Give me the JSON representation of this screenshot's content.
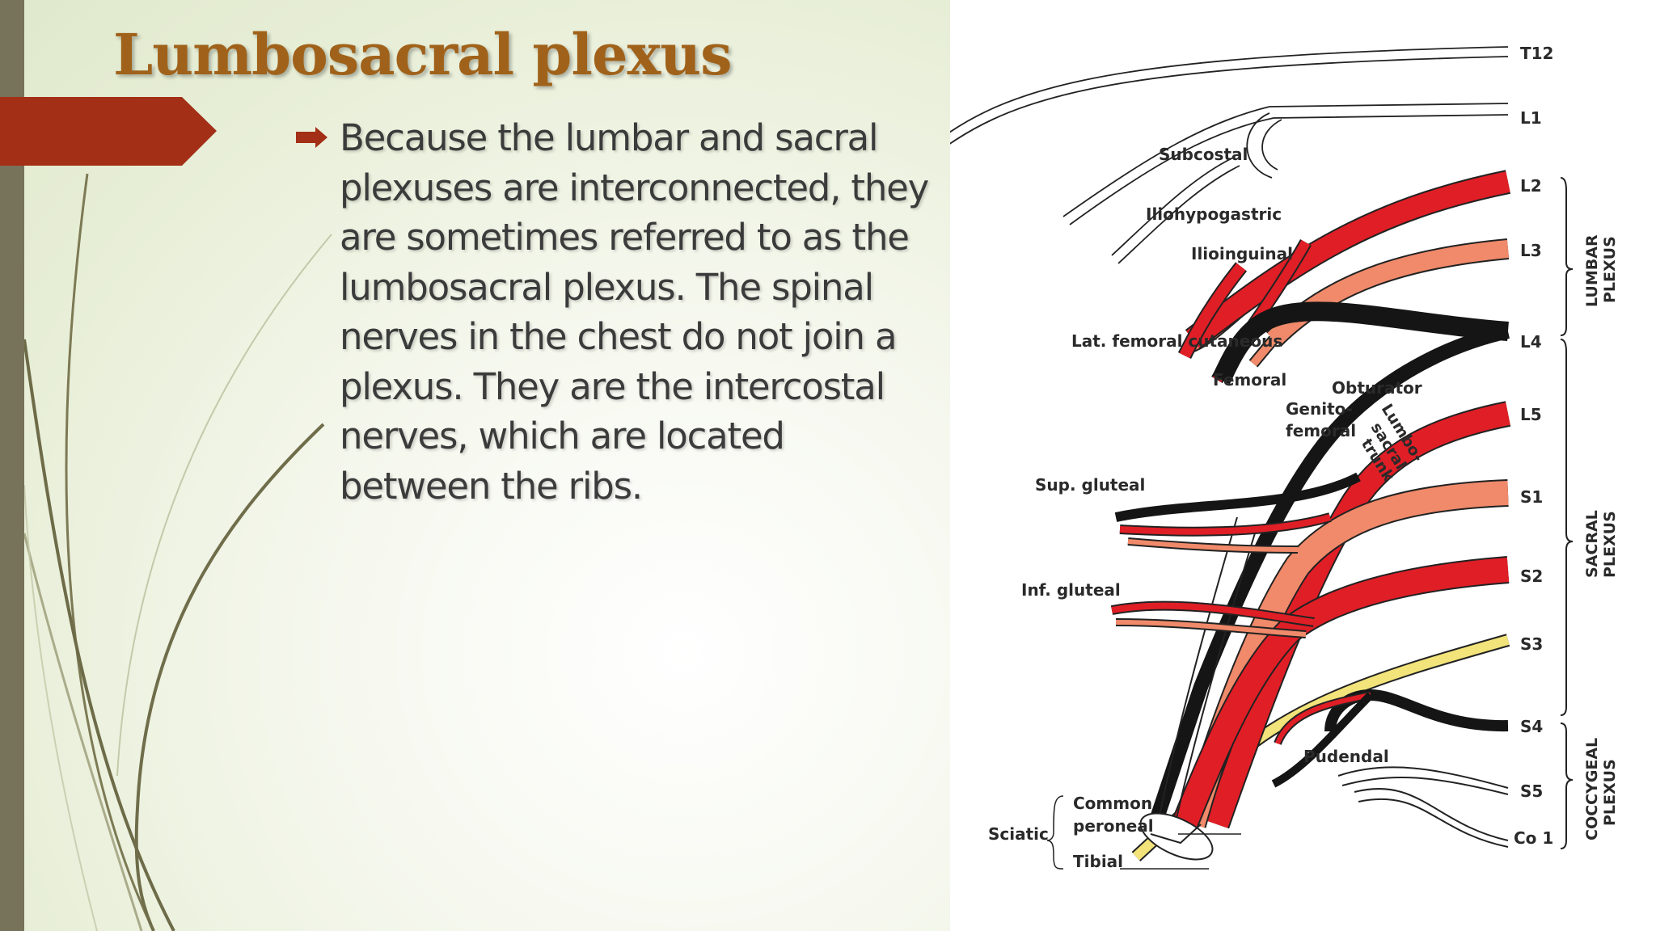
{
  "slide": {
    "title": "Lumbosacral plexus",
    "bullet_text": "Because the lumbar and sacral plexuses are interconnected, they are sometimes referred to as the lumbosacral plexus. The spinal nerves in the chest do not join a plexus. They are the intercostal nerves, which are located between the ribs.",
    "colors": {
      "title": "#a0621a",
      "accent_arrow": "#a32f17",
      "side_bar": "#77725a",
      "nerve_red": "#e01e26",
      "nerve_salmon": "#f08a6a",
      "nerve_yellow": "#f2e37a",
      "nerve_black": "#151515"
    }
  },
  "figure": {
    "levels": {
      "t12": "T12",
      "l1": "L1",
      "l2": "L2",
      "l3": "L3",
      "l4": "L4",
      "l5": "L5",
      "s1": "S1",
      "s2": "S2",
      "s3": "S3",
      "s4": "S4",
      "s5": "S5",
      "co1": "Co 1"
    },
    "nerves": {
      "subcostal": "Subcostal",
      "iliohypogastric": "Iliohypogastric",
      "ilioinguinal": "Ilioinguinal",
      "lat_femoral": "Lat. femoral cutaneous",
      "femoral": "Femoral",
      "obturator": "Obturator",
      "genito_1": "Genito-",
      "genito_2": "femoral",
      "lumbo_1": "Lumbo-",
      "lumbo_2": "sacral",
      "lumbo_3": "trunk",
      "sup_gluteal": "Sup. gluteal",
      "inf_gluteal": "Inf. gluteal",
      "pudendal": "Pudendal",
      "common_1": "Common",
      "common_2": "peroneal",
      "tibial": "Tibial",
      "sciatic": "Sciatic"
    },
    "groups": {
      "lumbar_1": "LUMBAR",
      "lumbar_2": "PLEXUS",
      "sacral_1": "SACRAL",
      "sacral_2": "PLEXUS",
      "coccygeal_1": "COCCYGEAL",
      "coccygeal_2": "PLEXUS"
    }
  }
}
